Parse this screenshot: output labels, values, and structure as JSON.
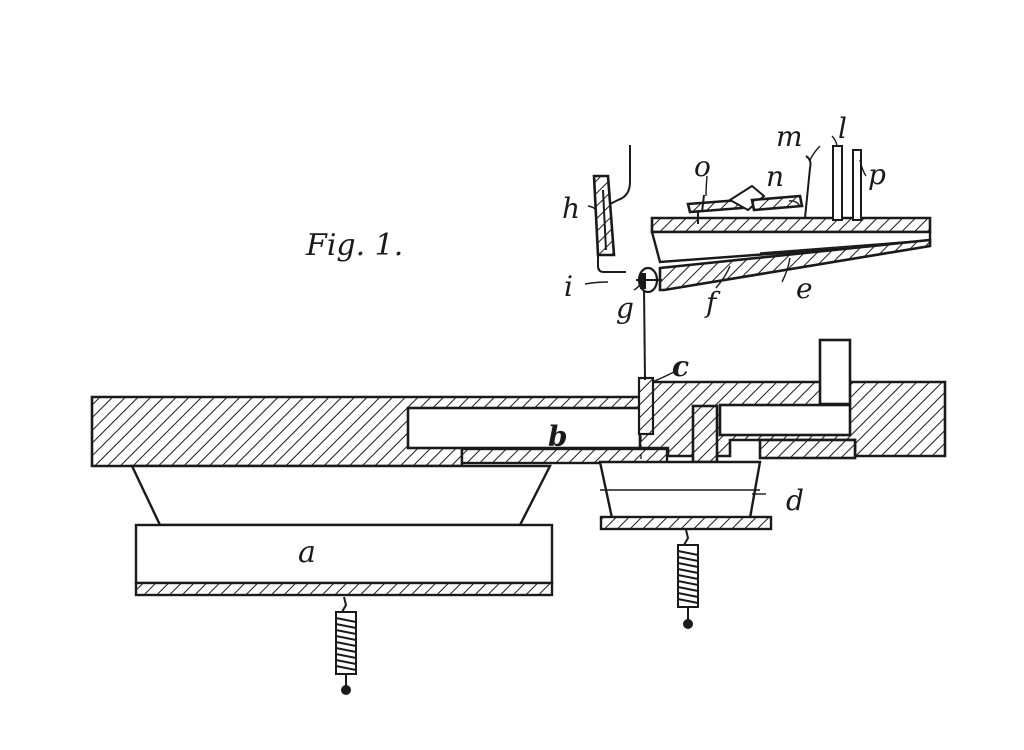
{
  "figure": {
    "title": "Fig. 1."
  },
  "labels": {
    "a": "a",
    "b": "b",
    "c": "c",
    "d": "d",
    "e": "e",
    "f": "f",
    "g": "g",
    "h": "h",
    "i": "i",
    "l": "l",
    "m": "m",
    "n": "n",
    "o": "o",
    "p": "p"
  },
  "colors": {
    "ink": "#1a1a1a",
    "paper": "#ffffff"
  }
}
